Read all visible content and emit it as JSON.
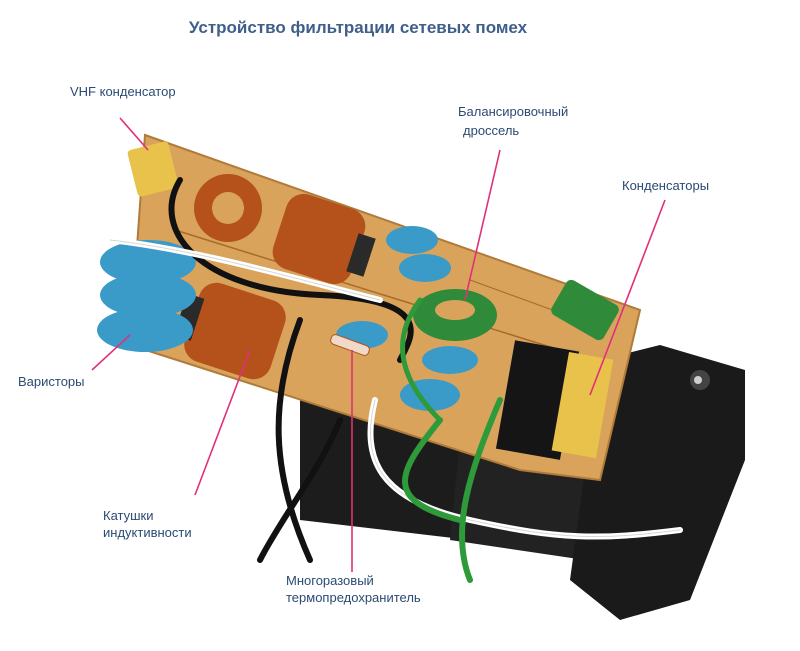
{
  "title": "Устройство фильтрации сетевых помех",
  "labels": {
    "vhf_capacitor": "VHF конденсатор",
    "balancing_choke_line1": "Балансировочный",
    "balancing_choke_line2": "дроссель",
    "capacitors": "Конденсаторы",
    "varistors": "Варисторы",
    "inductors_line1": "Катушки",
    "inductors_line2": "индуктивности",
    "thermal_fuse_line1": "Многоразовый",
    "thermal_fuse_line2": "термопредохранитель"
  },
  "colors": {
    "title": "#3f5f8a",
    "label_text": "#2b4a73",
    "leader_line": "#e0307a",
    "pcb": "#d9a35c",
    "copper": "#b5521c",
    "varistor": "#3a9bc8",
    "choke_core": "#2f8a3a",
    "yellow_capacitor": "#e8c24a",
    "socket": "#1c1c1c"
  }
}
